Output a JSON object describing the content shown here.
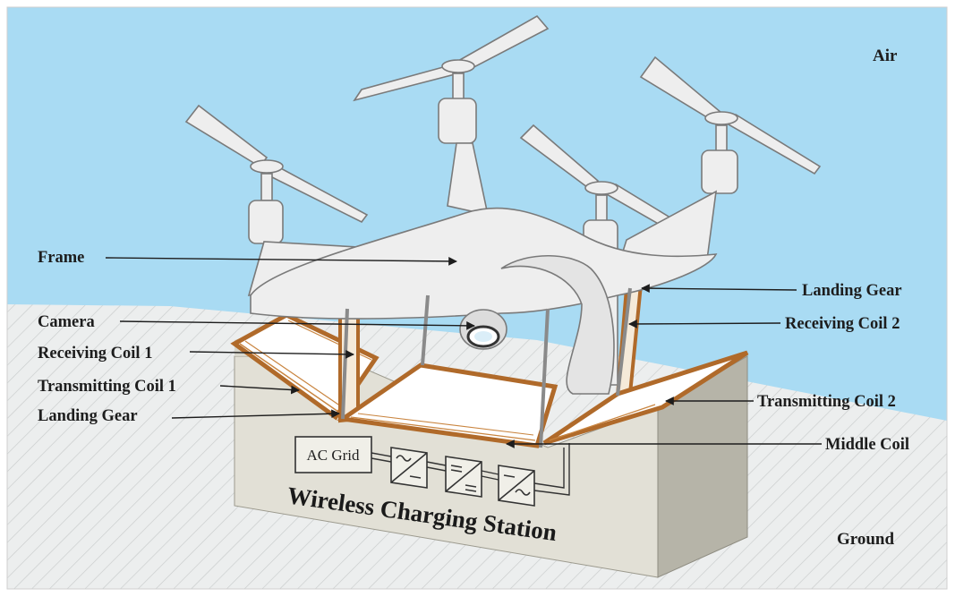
{
  "regions": {
    "air": "Air",
    "ground": "Ground"
  },
  "labels": {
    "frame": "Frame",
    "camera": "Camera",
    "receiving_coil_1": "Receiving Coil 1",
    "transmitting_coil_1": "Transmitting Coil 1",
    "landing_gear_left": "Landing Gear",
    "landing_gear_right": "Landing Gear",
    "receiving_coil_2": "Receiving Coil 2",
    "transmitting_coil_2": "Transmitting Coil 2",
    "middle_coil": "Middle Coil"
  },
  "station": {
    "title": "Wireless Charging Station",
    "ac_grid": "AC Grid",
    "converters": [
      "ac-dc-converter-icon",
      "dc-dc-converter-icon",
      "dc-ac-inverter-icon"
    ]
  },
  "colors": {
    "sky": "#a9dbf3",
    "ground": "#e9ecec",
    "station_front": "#e2e0d6",
    "station_side": "#b4b2a6",
    "coil": "#b06a2a",
    "drone": "#eeeeee",
    "drone_outline": "#7a7a7a"
  }
}
